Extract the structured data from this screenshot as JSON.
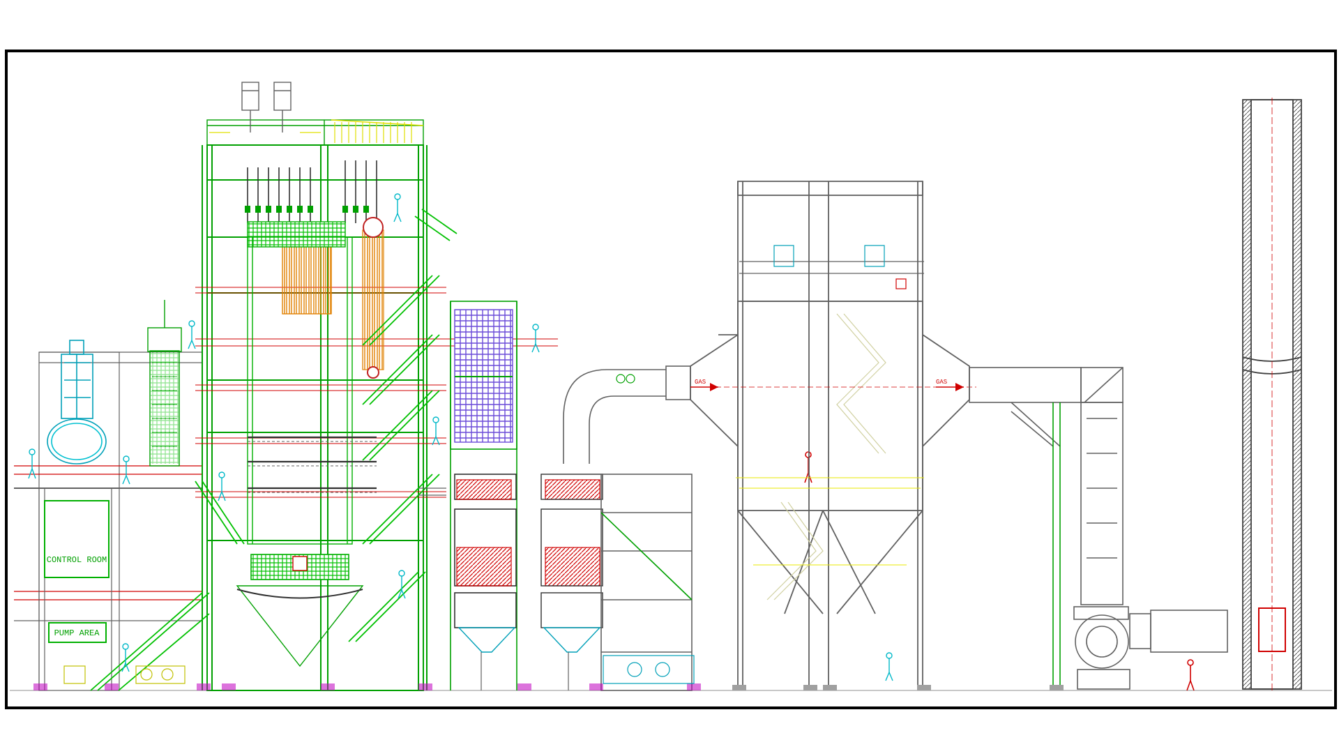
{
  "drawing": {
    "labels": {
      "control_room": "CONTROL ROOM",
      "pump_area": "PUMP AREA",
      "gas_in": "GAS",
      "gas_out": "GAS"
    },
    "colors": {
      "border": "#000000",
      "background": "#ffffff",
      "structure_green": "#00a000",
      "bright_green": "#00d000",
      "cyan": "#00b8c8",
      "magenta": "#d000d0",
      "red": "#d00000",
      "orange": "#e08000",
      "purple": "#6040d0",
      "yellow": "#e8e800",
      "gray": "#606060"
    }
  }
}
